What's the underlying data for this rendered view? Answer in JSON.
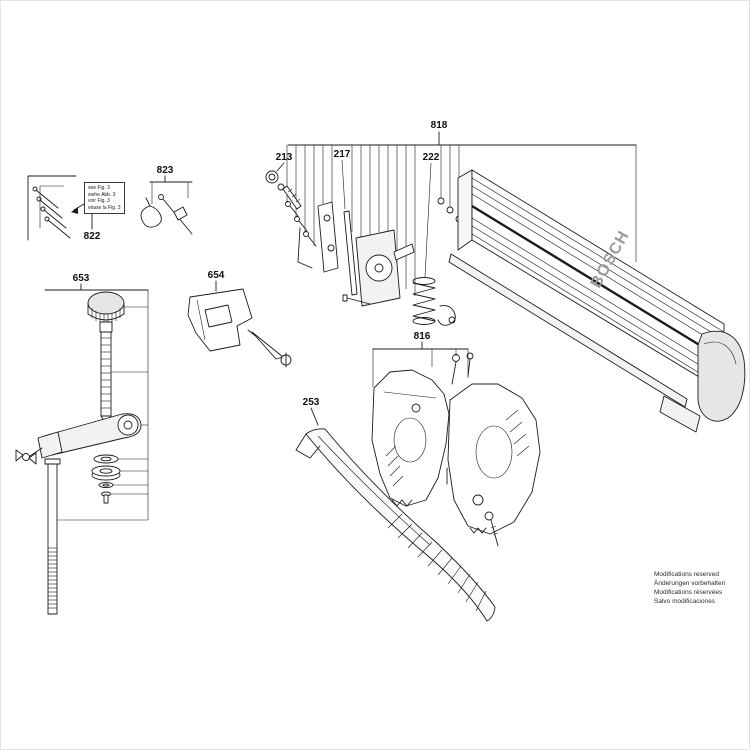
{
  "diagram": {
    "brand": "BOSCH",
    "part_labels": {
      "l213": "213",
      "l217": "217",
      "l222": "222",
      "l253": "253",
      "l653": "653",
      "l654": "654",
      "l816": "816",
      "l818": "818",
      "l822": "822",
      "l823": "823"
    },
    "fig_note": {
      "line1": "see Fig. 3",
      "line2": "siehe Abb. 3",
      "line3": "voir Fig. 3",
      "line4": "véase la Fig. 3"
    },
    "footer_notes": {
      "line1": "Modifications reserved",
      "line2": "Änderungen vorbehalten",
      "line3": "Modifications réservées",
      "line4": "Salvo modificaciones"
    },
    "colors": {
      "line": "#1b1b1b",
      "rail_fill": "#ececec",
      "brand_fill": "#9b9b9b"
    }
  }
}
